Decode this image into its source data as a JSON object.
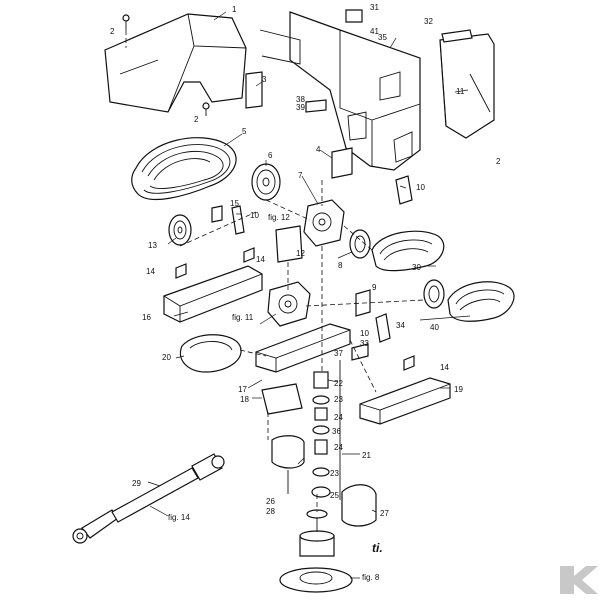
{
  "diagram": {
    "labels": {
      "p1": "1",
      "p2a": "2",
      "p2b": "2",
      "p2c": "2",
      "p3": "3",
      "p4": "4",
      "p5": "5",
      "p6": "6",
      "p7": "7",
      "p8": "8",
      "p9": "9",
      "p10a": "10",
      "p10b": "10",
      "p10c": "10",
      "p11": "11",
      "p12": "12",
      "p12fig": "fig. 12",
      "p13": "13",
      "p14a": "14",
      "p14b": "14",
      "p14c": "14",
      "p15": "15",
      "p16": "16",
      "p17": "17",
      "p18": "18",
      "p19": "19",
      "p20": "20",
      "p21": "21",
      "p22": "22",
      "p23a": "23",
      "p23b": "23",
      "p24a": "24",
      "p24b": "24",
      "p25": "25",
      "p26": "26",
      "p27": "27",
      "p28": "28",
      "p29": "29",
      "p30": "30",
      "p31": "31",
      "p32": "32",
      "p33": "33",
      "p34": "34",
      "p35": "35",
      "p36": "36",
      "p37": "37",
      "p38": "38",
      "p39": "39",
      "p40": "40",
      "p41": "41",
      "fig11": "fig. 11",
      "fig14": "fig. 14",
      "fig8": "fig. 8"
    },
    "signature": "ti.",
    "logo_colors": {
      "mark": "#c8c8c8"
    }
  }
}
